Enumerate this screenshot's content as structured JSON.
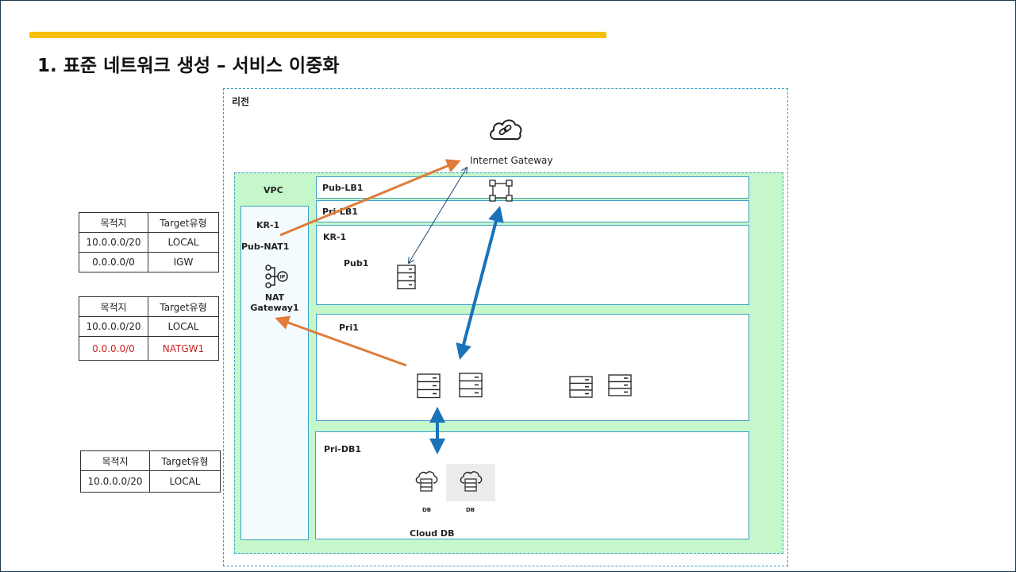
{
  "title": "1. 표준 네트워크 생성 – 서비스 이중화",
  "colors": {
    "accent_bar": "#f6c000",
    "vpc_fill": "#c6f7cb",
    "border": "#3aa0c8",
    "orange_arrow": "#e07b39",
    "blue_arrow": "#1a72b8",
    "highlight_text": "#cc2222"
  },
  "diagram": {
    "region_label": "리전",
    "internet_gateway_label": "Internet Gateway",
    "vpc_label": "VPC",
    "left_column": {
      "kr_label": "KR-1",
      "pub_nat_label": "Pub-NAT1",
      "nat_gateway_label_line1": "NAT",
      "nat_gateway_label_line2": "Gateway1"
    },
    "subnets": {
      "pub_lb": "Pub-LB1",
      "pri_lb": "Pri-LB1",
      "kr_zone": "KR-1",
      "pub1": "Pub1",
      "pri1": "Pri1",
      "pri_db": "Pri-DB1"
    },
    "db_label_1": "DB",
    "db_label_2": "DB",
    "cloud_db_label": "Cloud DB",
    "icons": [
      "cloud-link-icon",
      "load-balancer-icon",
      "server-icon",
      "nat-gateway-icon",
      "cloud-db-icon"
    ]
  },
  "route_tables": [
    {
      "headers": [
        "목적지",
        "Target유형"
      ],
      "rows": [
        [
          "10.0.0.0/20",
          "LOCAL"
        ],
        [
          "0.0.0.0/0",
          "IGW"
        ]
      ]
    },
    {
      "headers": [
        "목적지",
        "Target유형"
      ],
      "rows": [
        [
          "10.0.0.0/20",
          "LOCAL"
        ],
        [
          "0.0.0.0/0",
          "NATGW1"
        ]
      ]
    },
    {
      "headers": [
        "목적지",
        "Target유형"
      ],
      "rows": [
        [
          "10.0.0.0/20",
          "LOCAL"
        ]
      ]
    }
  ]
}
